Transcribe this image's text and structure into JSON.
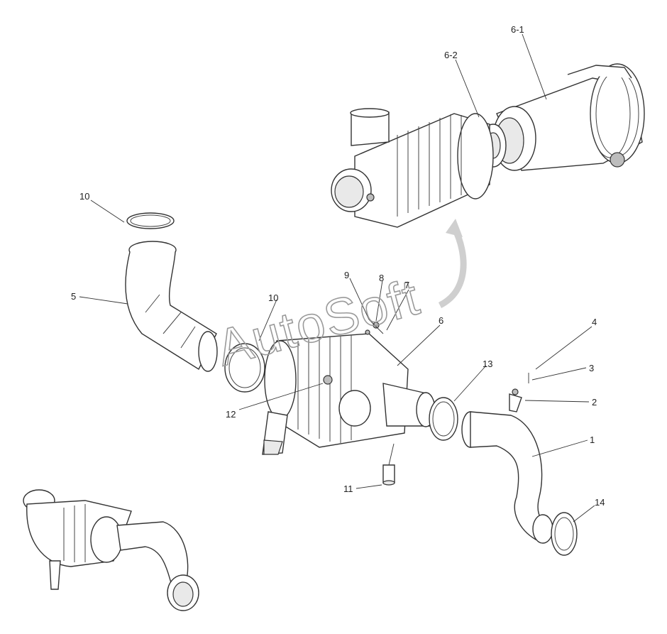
{
  "watermark": "AutoSoft",
  "callouts": {
    "c_6_1": "6-1",
    "c_6_2": "6-2",
    "c_10_top": "10",
    "c_5": "5",
    "c_9": "9",
    "c_8": "8",
    "c_7": "7",
    "c_10_mid": "10",
    "c_6": "6",
    "c_4": "4",
    "c_3": "3",
    "c_2": "2",
    "c_13": "13",
    "c_1": "1",
    "c_12": "12",
    "c_11": "11",
    "c_14": "14"
  },
  "colors": {
    "line": "#333333",
    "watermark": "#9a9a9a",
    "arrow": "#cfcfcf"
  }
}
